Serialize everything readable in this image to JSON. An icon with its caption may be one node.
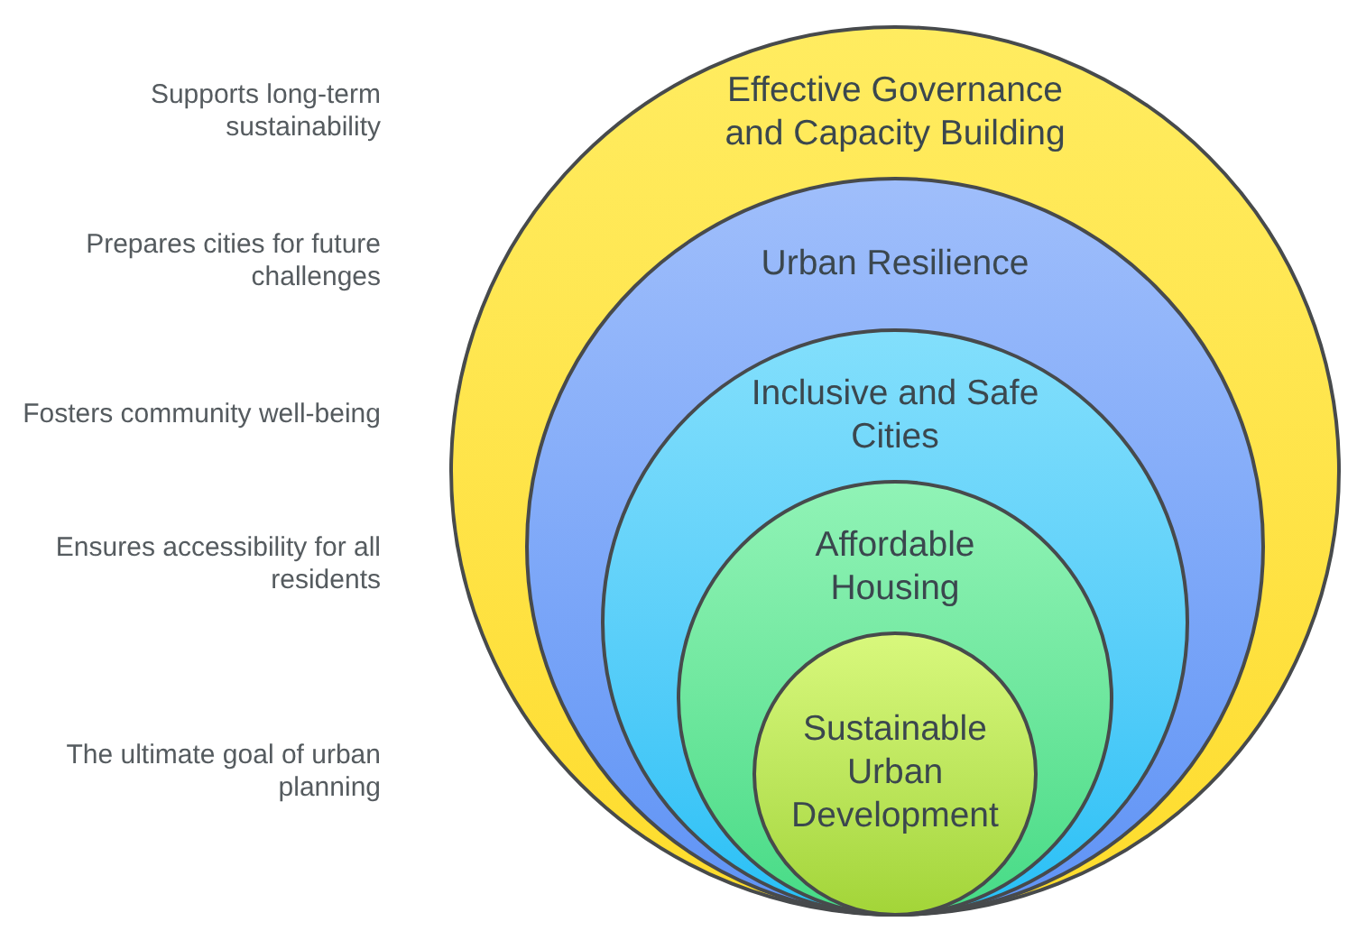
{
  "diagram": {
    "nodes": [
      {
        "text": [
          "Effective Governance and Capacity Building"
        ]
      },
      {
        "text": [
          "Urban Resilience"
        ],
        "in": 0
      },
      {
        "text": [
          "Inclusive and Safe Cities"
        ],
        "in": 1
      },
      {
        "text": [
          "Affordable Housing"
        ],
        "in": 2
      },
      {
        "text": [
          "Sustainable Urban Development"
        ],
        "in": 3
      }
    ],
    "labels": [
      "Supports long-term sustainability",
      "Prepares cities for future challenges",
      "Fosters community well-being",
      "Ensures accessibility for all residents",
      "The ultimate goal of urban planning"
    ]
  }
}
